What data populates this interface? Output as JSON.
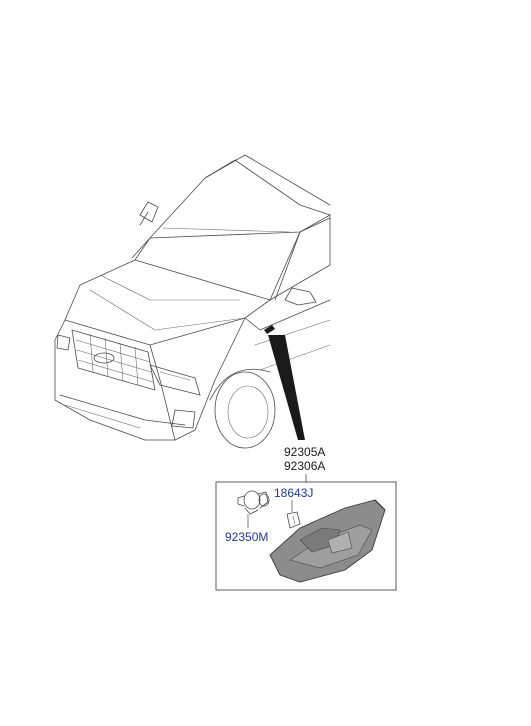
{
  "parts": {
    "assembly_code_a": "92305A",
    "assembly_code_b": "92306A",
    "bulb_code": "18643J",
    "socket_code": "92350M"
  },
  "icons": {
    "vehicle": "car-front-three-quarter-illustration",
    "lamp": "side-repeater-lamp-icon",
    "bulb": "wedge-bulb-icon",
    "socket": "bulb-socket-icon"
  },
  "colors": {
    "label_text": "#1a1a1a",
    "part_number_link": "#1f3a8f",
    "line_art": "#4a4a4a",
    "lamp_lens": "#8c8c8c"
  }
}
